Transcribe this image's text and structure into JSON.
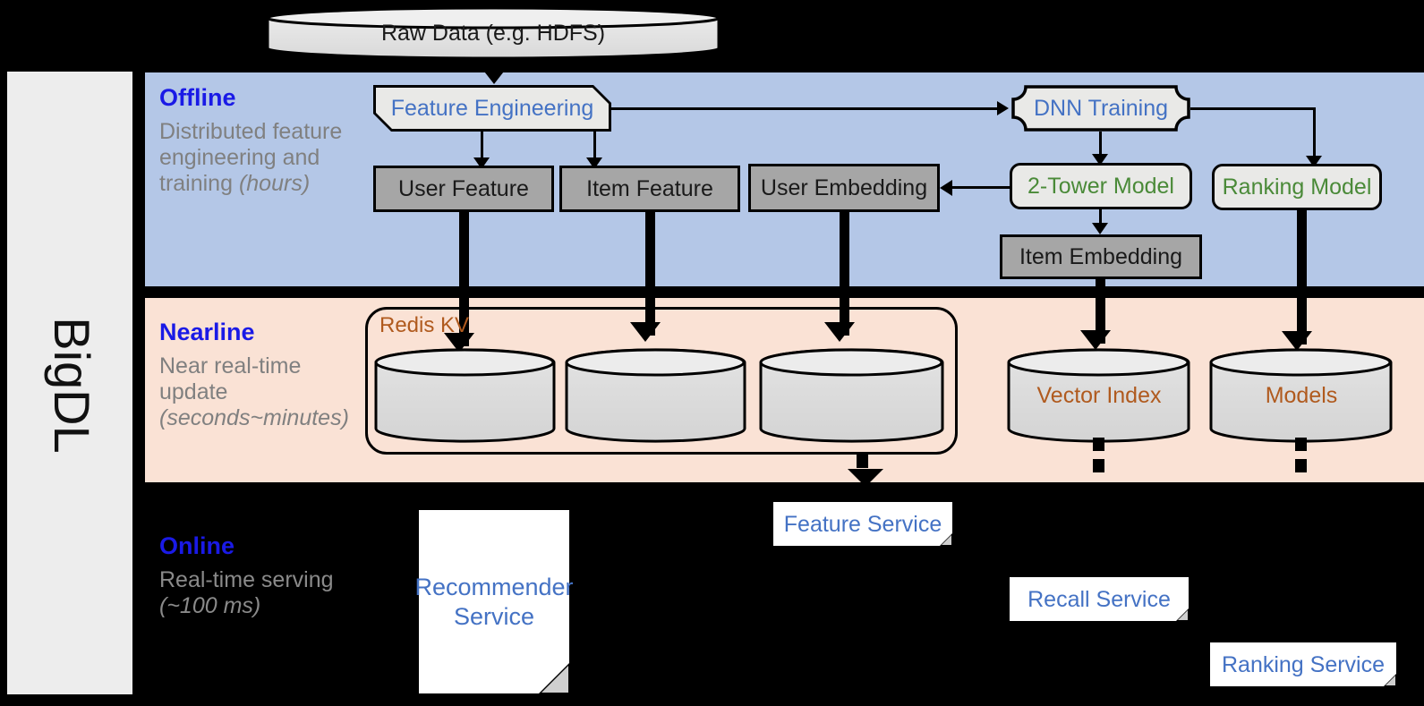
{
  "platform": {
    "name": "BigDL"
  },
  "source": {
    "label": "Raw Data (e.g. HDFS)"
  },
  "bands": {
    "offline": {
      "title": "Offline",
      "subtitle_plain": "Distributed feature engineering and training ",
      "subtitle_italic": "(hours)"
    },
    "nearline": {
      "title": "Nearline",
      "subtitle_plain": "Near real-time update ",
      "subtitle_italic": "(seconds~minutes)"
    },
    "online": {
      "title": "Online",
      "subtitle_plain": "Real-time serving ",
      "subtitle_italic": "(~100 ms)"
    }
  },
  "offline": {
    "feature_engineering": "Feature Engineering",
    "dnn_training": "DNN Training",
    "user_feature": "User Feature",
    "item_feature": "Item Feature",
    "user_embedding": "User Embedding",
    "two_tower_model": "2-Tower Model",
    "ranking_model": "Ranking Model",
    "item_embedding": "Item Embedding"
  },
  "nearline": {
    "redis_kv": "Redis KV",
    "store_user_feature": "",
    "store_item_feature": "",
    "store_user_embedding": "",
    "vector_index": "Vector Index",
    "models": "Models"
  },
  "online": {
    "recommender_service": "Recommender Service",
    "feature_service": "Feature Service",
    "recall_service": "Recall Service",
    "ranking_service": "Ranking Service"
  },
  "colors": {
    "offline_band": "#b4c7e7",
    "nearline_band": "#fae2d5",
    "online_band": "#000000",
    "band_title": "#1a1ae6",
    "blue_text": "#4472c4",
    "green_text": "#4a8a38",
    "brown_text": "#b05a1e",
    "gray_fill": "#a6a6a6",
    "light_fill": "#e9e9e7",
    "sidebar_fill": "#ededed"
  }
}
